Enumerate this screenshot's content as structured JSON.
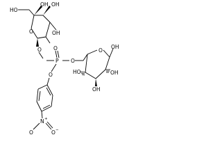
{
  "molecule": {
    "labels": {
      "top_ho": "HO",
      "top_oh_1": "OH",
      "top_oh_2": "OH",
      "top_ring_o": "O",
      "top_oh_3": "OH",
      "link_o_1": "O",
      "phosphorus": "P",
      "p_double_o": "O",
      "link_o_2": "O",
      "link_o_3": "O",
      "right_ring_o": "O",
      "right_oh_1": "OH",
      "right_ho": "HO",
      "right_oh_2": "OH",
      "right_oh_3": "OH",
      "nitro_n": "N",
      "nitro_plus": "+",
      "nitro_o_left": "O",
      "nitro_o_right": "O",
      "nitro_minus": "−"
    }
  }
}
